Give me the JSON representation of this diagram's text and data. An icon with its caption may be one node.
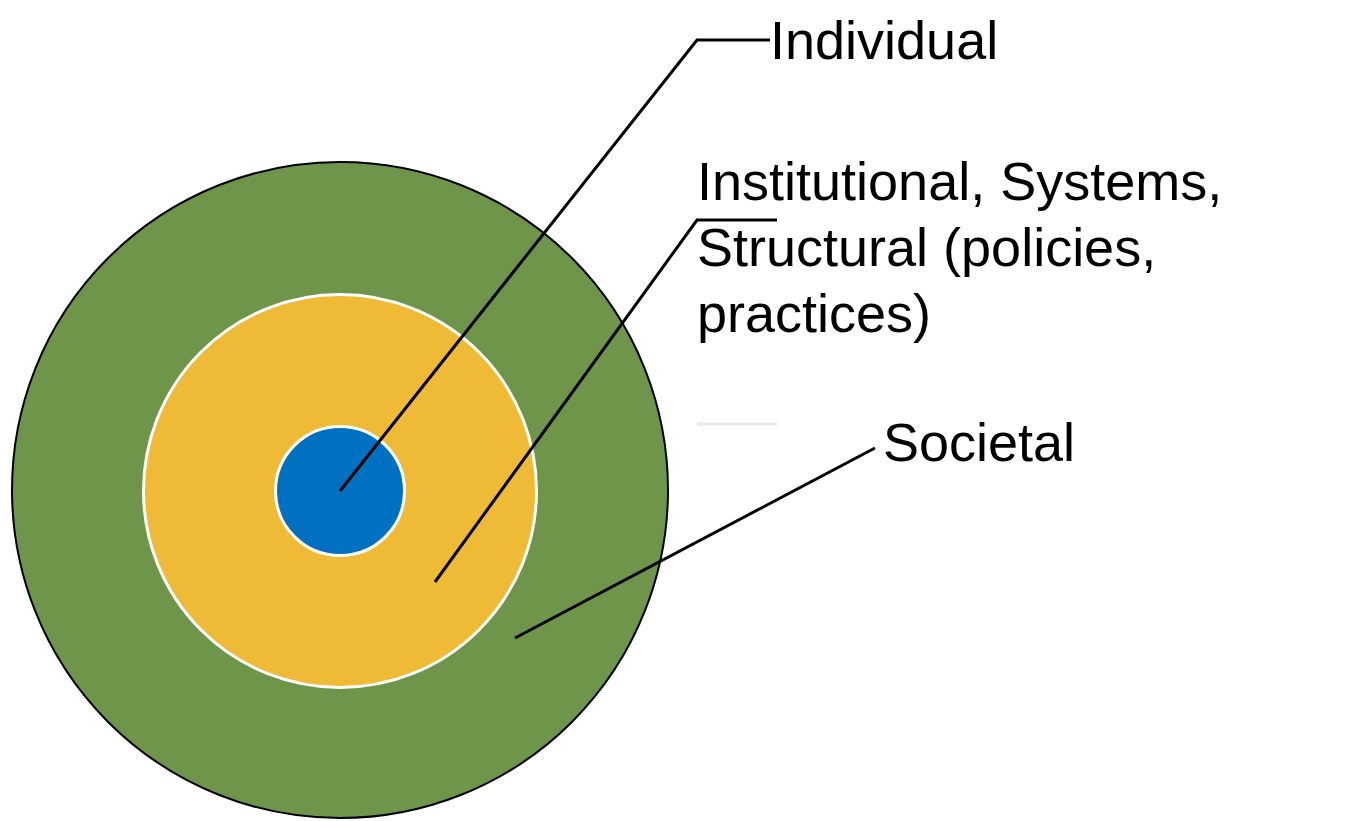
{
  "diagram": {
    "nodes": [
      {
        "text": [],
        "shape": "circle"
      },
      {
        "text": [],
        "shape": "circle",
        "in": 0
      },
      {
        "text": [],
        "shape": "circle",
        "in": 1
      },
      {
        "text": [
          "Individual"
        ]
      },
      {
        "text": [
          "Institutional, Systems, Structural (policies, practices)"
        ]
      },
      {
        "text": [
          "Societal"
        ]
      }
    ],
    "edges": [
      {
        "from": 3,
        "to": 2,
        "arrow": "none"
      },
      {
        "from": 4,
        "to": 1,
        "arrow": "none"
      },
      {
        "from": 5,
        "to": 0,
        "arrow": "none"
      }
    ]
  }
}
